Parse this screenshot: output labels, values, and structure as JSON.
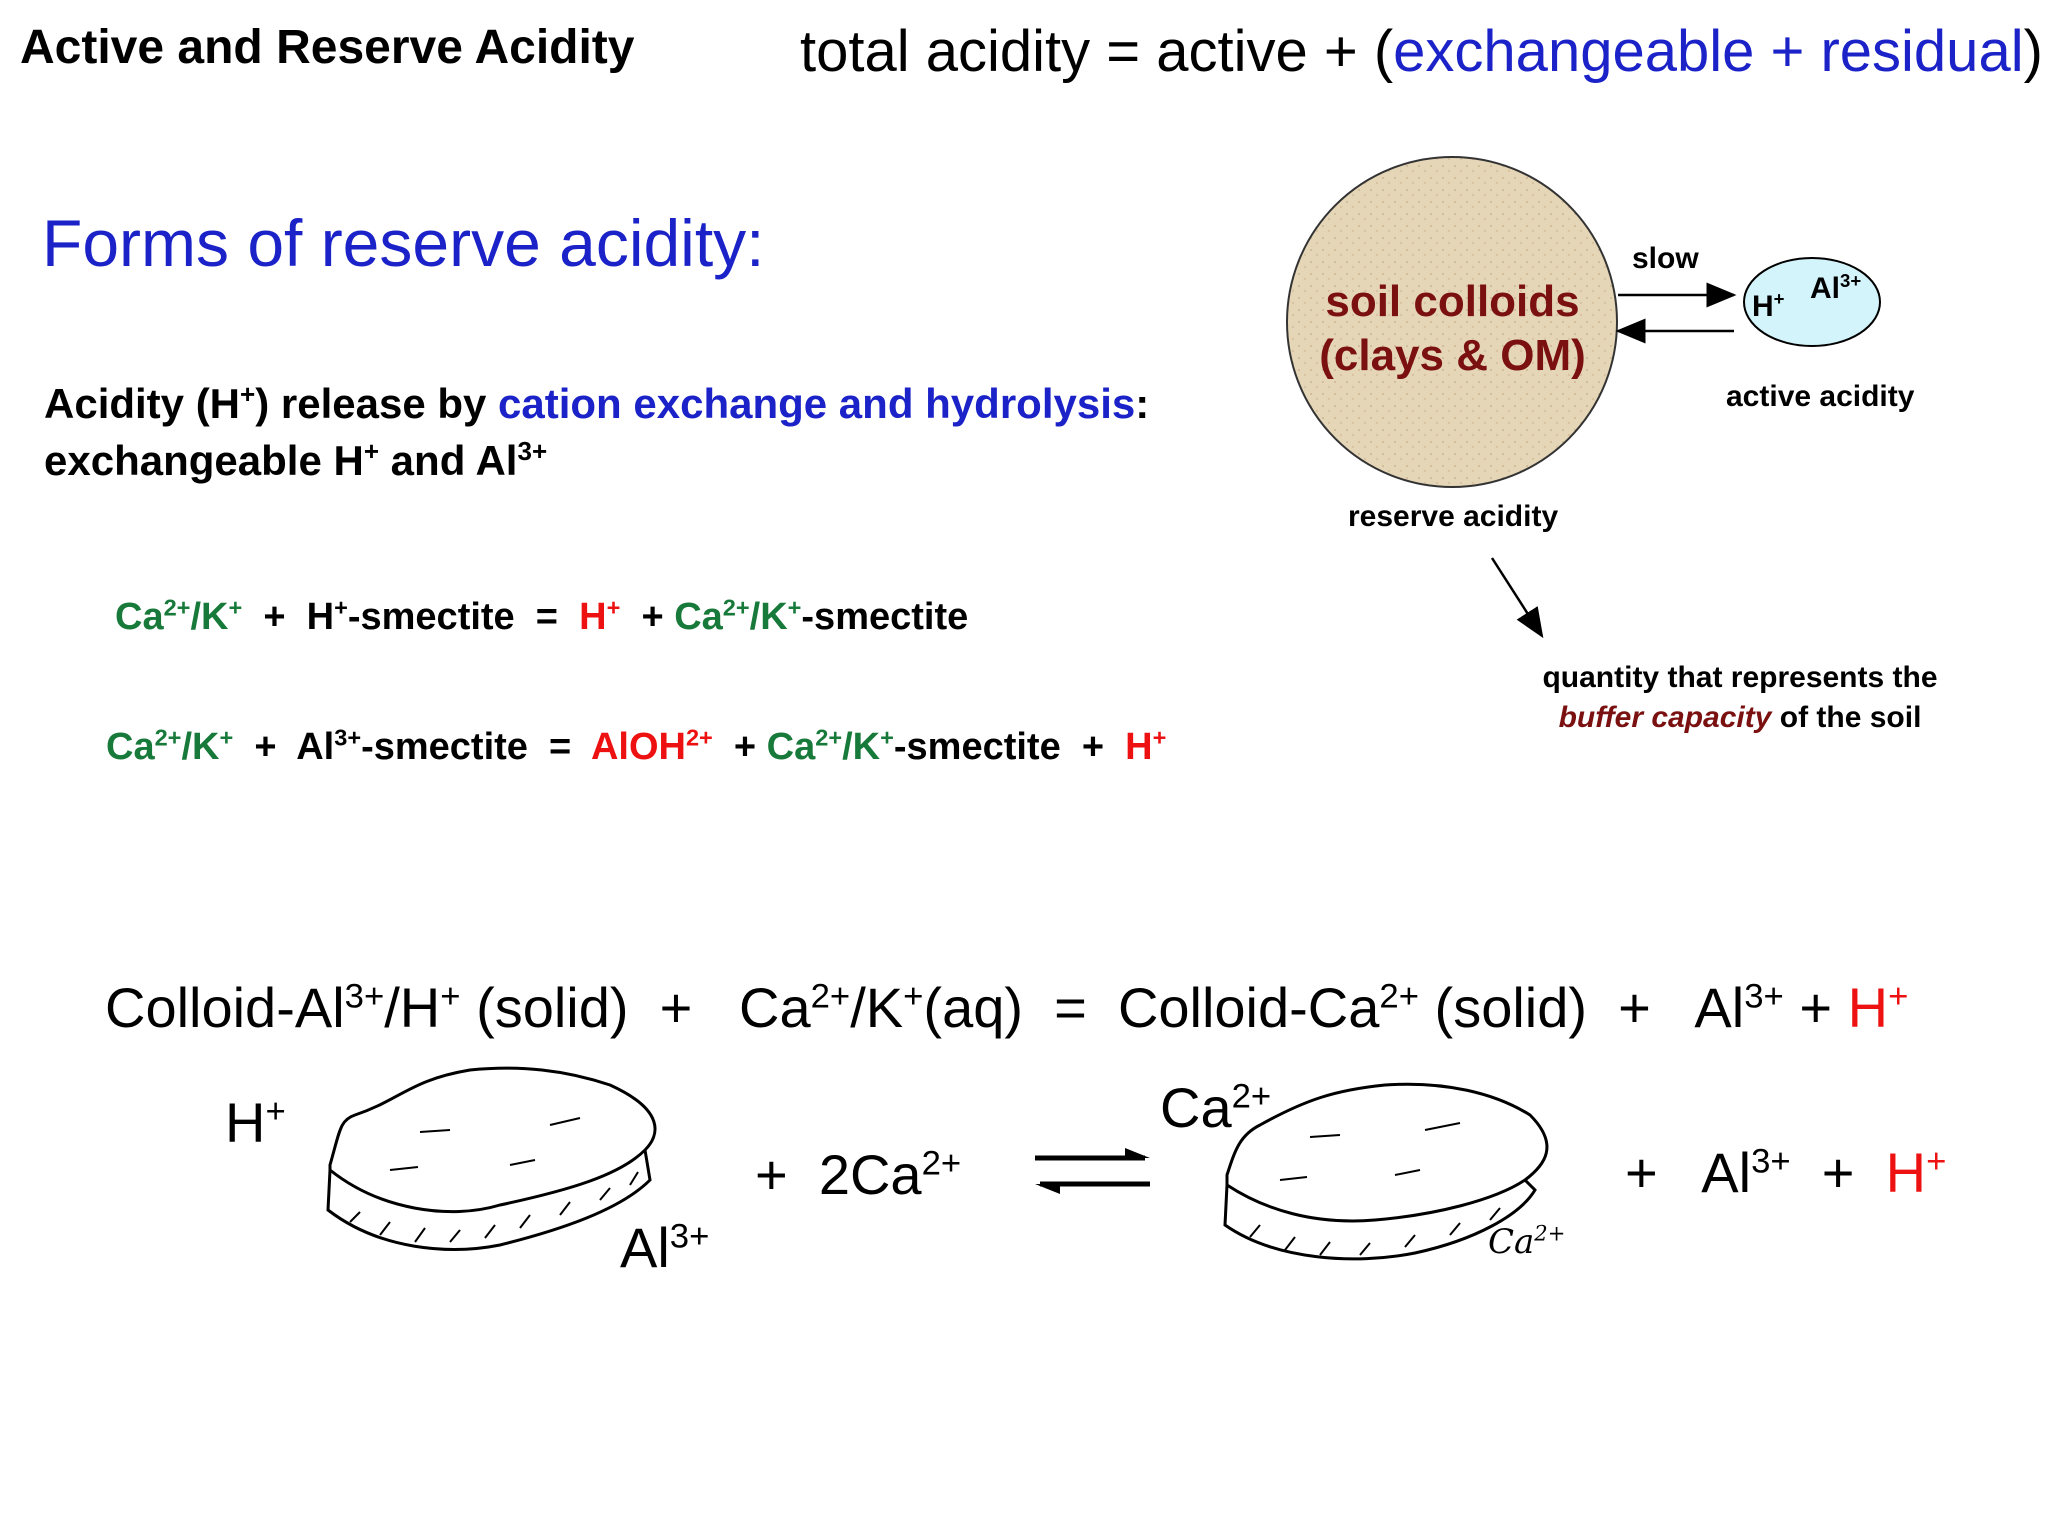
{
  "header": {
    "title": "Active and Reserve Acidity",
    "eq_total": "total acidity = active + (",
    "eq_inner": "exchangeable + residual",
    "eq_close": ")"
  },
  "forms_title": "Forms of reserve acidity:",
  "release": {
    "p1": "Acidity (H",
    "p1_sup": "+",
    "p2": ") release by ",
    "p3": "cation exchange and hydrolysis",
    "p4": ":",
    "l2a": "exchangeable H",
    "l2a_sup": "+",
    "l2b": " and Al",
    "l2b_sup": "3+"
  },
  "reaction1": {
    "a": "Ca",
    "a_sup": "2+",
    "b": "/K",
    "b_sup": "+",
    "c": "  +  H",
    "c_sup": "+",
    "d": "-smectite  =  ",
    "e": "H",
    "e_sup": "+",
    "f": "  + ",
    "g": "Ca",
    "g_sup": "2+",
    "h": "/K",
    "h_sup": "+",
    "i": "-smectite"
  },
  "reaction2": {
    "a": "Ca",
    "a_sup": "2+",
    "b": "/K",
    "b_sup": "+",
    "c": "  +  Al",
    "c_sup": "3+",
    "d": "-smectite  =  ",
    "e": "AlOH",
    "e_sup": "2+",
    "f": "  + ",
    "g": "Ca",
    "g_sup": "2+",
    "h": "/K",
    "h_sup": "+",
    "i": "-smectite  +  ",
    "j": "H",
    "j_sup": "+"
  },
  "diagram": {
    "colloid_l1": "soil colloids",
    "colloid_l2": "(clays & OM)",
    "slow": "slow",
    "ion_h": "H",
    "ion_h_sup": "+",
    "ion_al": "Al",
    "ion_al_sup": "3+",
    "active": "active acidity",
    "reserve": "reserve acidity",
    "quantity_l1": "quantity that represents the",
    "buffer": "buffer capacity",
    "quantity_l2_rest": " of the soil"
  },
  "big_equation": {
    "a": "Colloid-Al",
    "a_sup": "3+",
    "b": "/H",
    "b_sup": "+",
    "c": " (solid)  +   Ca",
    "c_sup": "2+",
    "d": "/K",
    "d_sup": "+",
    "e": "(aq)  =  Colloid-Ca",
    "e_sup": "2+",
    "f": " (solid)  +   Al",
    "f_sup": "3+",
    "g": " + ",
    "h": "H",
    "h_sup": "+"
  },
  "sketch": {
    "left_h": "H",
    "left_h_sup": "+",
    "left_al": "Al",
    "left_al_sup": "3+",
    "plus_ca": "+  2Ca",
    "plus_ca_sup": "2+",
    "right_ca": "Ca",
    "right_ca_sup": "2+",
    "right_ca_small": "Ca",
    "right_ca_small_sup": "2+",
    "plus_al": "+   Al",
    "plus_al_sup": "3+",
    "plus_h_pre": "  +  ",
    "plus_h": "H",
    "plus_h_sup": "+"
  },
  "colors": {
    "blue": "#1a22c8",
    "green": "#187a3a",
    "red": "#ee1111",
    "maroon": "#7a1010",
    "colloid_fill": "#e6d6b8",
    "ion_fill": "#d4f4fb"
  }
}
